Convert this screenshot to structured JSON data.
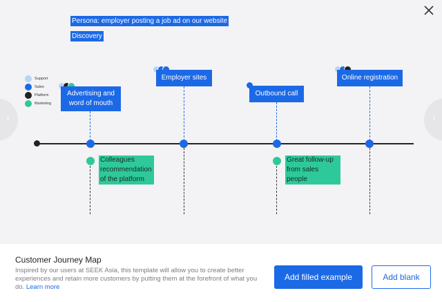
{
  "template": {
    "persona": "Persona: employer posting a job ad on our website",
    "stage": "Discovery"
  },
  "legend": [
    {
      "label": "Support",
      "color": "#b8d4f5"
    },
    {
      "label": "Sales",
      "color": "#1c69e6"
    },
    {
      "label": "Platform",
      "color": "#222222"
    },
    {
      "label": "Marketing",
      "color": "#2ec99a"
    }
  ],
  "touchpoints": [
    {
      "label": "Advertising and word of mouth"
    },
    {
      "label": "Employer sites"
    },
    {
      "label": "Outbound call"
    },
    {
      "label": "Online registration"
    }
  ],
  "notes": [
    {
      "text": "Colleagues recommendation of the platform"
    },
    {
      "text": "Great follow-up from sales people"
    }
  ],
  "footer": {
    "title": "Customer Journey Map",
    "description": "Inspired by our users at SEEK Asia, this template will allow you to create better experiences and retain more customers by putting them at the forefront of what you do.",
    "learn_more": "Learn more",
    "add_filled_label": "Add filled example",
    "add_blank_label": "Add blank"
  },
  "icons": {
    "close": "close-icon",
    "prev": "chevron-left-icon",
    "next": "chevron-right-icon"
  }
}
